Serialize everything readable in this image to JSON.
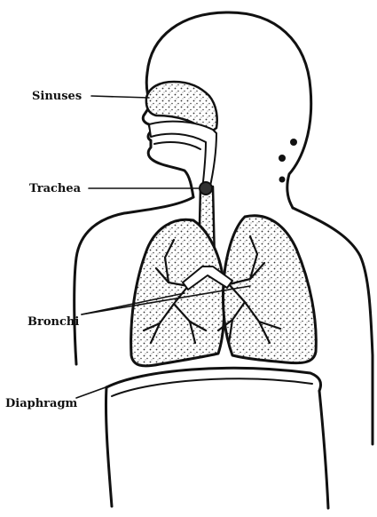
{
  "diagram": {
    "labels": {
      "sinuses": "Sinuses",
      "trachea": "Trachea",
      "bronchi": "Bronchi",
      "diaphragm": "Diaphragm"
    }
  }
}
